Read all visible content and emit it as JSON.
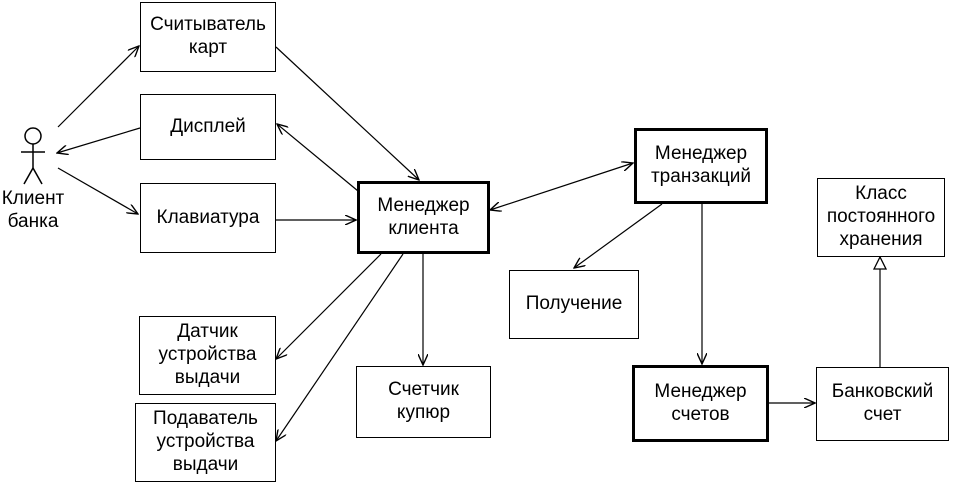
{
  "actor": {
    "label": "Клиент\nбанка"
  },
  "boxes": {
    "card_reader": "Считыватель\nкарт",
    "display": "Дисплей",
    "keyboard": "Клавиатура",
    "client_manager": "Менеджер\nклиента",
    "dispenser_sensor": "Датчик\nустройства\nвыдачи",
    "dispenser_feeder": "Подаватель\nустройства\nвыдачи",
    "bill_counter": "Счетчик\nкупюр",
    "transaction_manager": "Менеджер\nтранзакций",
    "receipt": "Получение",
    "account_manager": "Менеджер\nсчетов",
    "bank_account": "Банковский\nсчет",
    "persistent_class": "Класс\nпостоянного\nхранения"
  }
}
